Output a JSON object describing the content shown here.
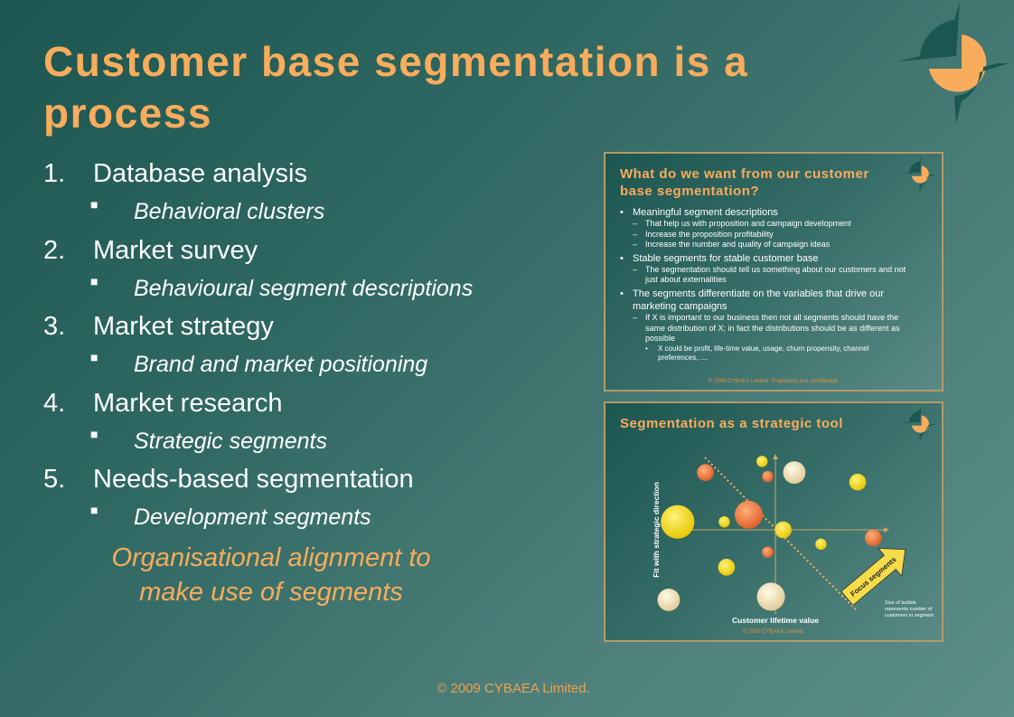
{
  "title": "Customer base segmentation is a process",
  "list": [
    {
      "num": "1.",
      "label": "Database analysis",
      "sub": "Behavioral clusters"
    },
    {
      "num": "2.",
      "label": "Market survey",
      "sub": "Behavioural segment descriptions"
    },
    {
      "num": "3.",
      "label": "Market strategy",
      "sub": "Brand and market positioning"
    },
    {
      "num": "4.",
      "label": "Market research",
      "sub": "Strategic segments"
    },
    {
      "num": "5.",
      "label": "Needs-based segmentation",
      "sub": "Development segments"
    }
  ],
  "conclusion": [
    "Organisational alignment to",
    "make use of segments"
  ],
  "footer": "© 2009  CYBAEA Limited.",
  "colors": {
    "accent": "#f9ac5c",
    "background": "#2f6762",
    "logo_dark": "#1a5750"
  },
  "thumb1": {
    "title": [
      "What do we want from our customer",
      "base segmentation?"
    ],
    "lines": [
      {
        "level": 1,
        "text": "Meaningful segment descriptions"
      },
      {
        "level": 2,
        "text": "That help us with proposition and campaign development"
      },
      {
        "level": 2,
        "text": "Increase the proposition profitability"
      },
      {
        "level": 2,
        "text": "Increase the number and quality of campaign ideas"
      },
      {
        "level": 1,
        "text": "Stable segments for stable customer base"
      },
      {
        "level": 2,
        "text": "The segmentation should tell us something about our customers and not"
      },
      {
        "level": 0,
        "text": "just about externalities"
      },
      {
        "level": 1,
        "text": "The segments differentiate on the variables that drive our"
      },
      {
        "level": 0,
        "text": "marketing campaigns"
      },
      {
        "level": 2,
        "text": "If X is important to our business then not all segments should have the"
      },
      {
        "level": 0,
        "text": "same distribution of X; in fact the distributions should be as different as"
      },
      {
        "level": 0,
        "text": "possible"
      },
      {
        "level": 3,
        "text": "X could be profit, life-time value, usage, churn propensity, channel"
      },
      {
        "level": 0,
        "text": "preferences, ...."
      }
    ],
    "footer": "© 2004 CYBAEA Limited.  Proprietary and confidential."
  },
  "thumb2": {
    "title": "Segmentation as a strategic tool",
    "footer": "© 2009 CYBAEA Limited.",
    "arrow_label": "Focus segments",
    "note": [
      "Size of bubble",
      "represents  number of",
      "customers in segment"
    ]
  },
  "chart_data": {
    "type": "scatter",
    "title": "Segmentation as a strategic tool",
    "xlabel": "Customer lifetime value",
    "ylabel": "Fit with strategic direction",
    "xlim": [
      -10,
      10
    ],
    "ylim": [
      -10,
      10
    ],
    "grid": false,
    "colors": {
      "orange": "#f07a3a",
      "yellow": "#f4dc20",
      "cream": "#f2e2b4"
    },
    "points": [
      {
        "x": -6.3,
        "y": 7.2,
        "size": 3,
        "color": "orange"
      },
      {
        "x": -1.2,
        "y": 8.6,
        "size": 2,
        "color": "yellow"
      },
      {
        "x": -0.7,
        "y": 6.7,
        "size": 2,
        "color": "orange"
      },
      {
        "x": 1.7,
        "y": 7.2,
        "size": 4,
        "color": "cream"
      },
      {
        "x": 7.4,
        "y": 6.0,
        "size": 3,
        "color": "yellow"
      },
      {
        "x": -8.8,
        "y": 1.0,
        "size": 6,
        "color": "yellow"
      },
      {
        "x": -4.6,
        "y": 1.0,
        "size": 2,
        "color": "yellow"
      },
      {
        "x": -2.4,
        "y": 1.9,
        "size": 5,
        "color": "orange"
      },
      {
        "x": 0.7,
        "y": 0.0,
        "size": 3,
        "color": "yellow"
      },
      {
        "x": 8.8,
        "y": -1.0,
        "size": 3,
        "color": "orange"
      },
      {
        "x": 4.1,
        "y": -1.8,
        "size": 2,
        "color": "yellow"
      },
      {
        "x": -0.7,
        "y": -2.8,
        "size": 2,
        "color": "orange"
      },
      {
        "x": -4.4,
        "y": -4.7,
        "size": 3,
        "color": "yellow"
      },
      {
        "x": -9.6,
        "y": -8.8,
        "size": 4,
        "color": "cream"
      },
      {
        "x": -0.4,
        "y": -8.4,
        "size": 5,
        "color": "cream"
      }
    ]
  }
}
